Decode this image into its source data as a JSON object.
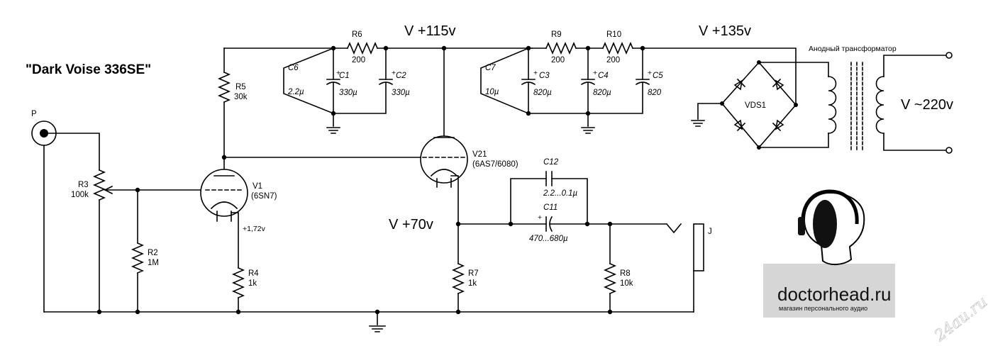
{
  "title": "\"Dark Voise 336SE\"",
  "voltages": {
    "v115": "V +115v",
    "v135": "V +135v",
    "v70": "V +70v",
    "v220": "V ~220v"
  },
  "transformer_label": "Анодный трансформатор",
  "bridge_label": "VDS1",
  "input_label": "P",
  "output_label": "J",
  "cathode_voltage": "+1,72v",
  "resistors": {
    "r2": {
      "name": "R2",
      "value": "1M"
    },
    "r3": {
      "name": "R3",
      "value": "100k"
    },
    "r4": {
      "name": "R4",
      "value": "1k"
    },
    "r5": {
      "name": "R5",
      "value": "30k"
    },
    "r6": {
      "name": "R6",
      "value": "200"
    },
    "r7": {
      "name": "R7",
      "value": "1k"
    },
    "r8": {
      "name": "R8",
      "value": "10k"
    },
    "r9": {
      "name": "R9",
      "value": "200"
    },
    "r10": {
      "name": "R10",
      "value": "200"
    }
  },
  "capacitors": {
    "c1": {
      "name": "C1",
      "value": "330µ"
    },
    "c2": {
      "name": "C2",
      "value": "330µ"
    },
    "c3": {
      "name": "C3",
      "value": "820µ"
    },
    "c4": {
      "name": "C4",
      "value": "820µ"
    },
    "c5": {
      "name": "C5",
      "value": "820"
    },
    "c6": {
      "name": "C6",
      "value": "2.2µ"
    },
    "c7": {
      "name": "C7",
      "value": "10µ"
    },
    "c11": {
      "name": "C11",
      "value": "470...680µ"
    },
    "c12": {
      "name": "C12",
      "value": "2.2...0.1µ"
    }
  },
  "tubes": {
    "v1": {
      "name": "V1",
      "type": "(6SN7)"
    },
    "v21": {
      "name": "V21",
      "type": "(6AS7/6080)"
    }
  },
  "logo": {
    "brand": "doctorhead.ru",
    "tagline": "магазин персонального аудио"
  },
  "watermark": "24au.ru"
}
